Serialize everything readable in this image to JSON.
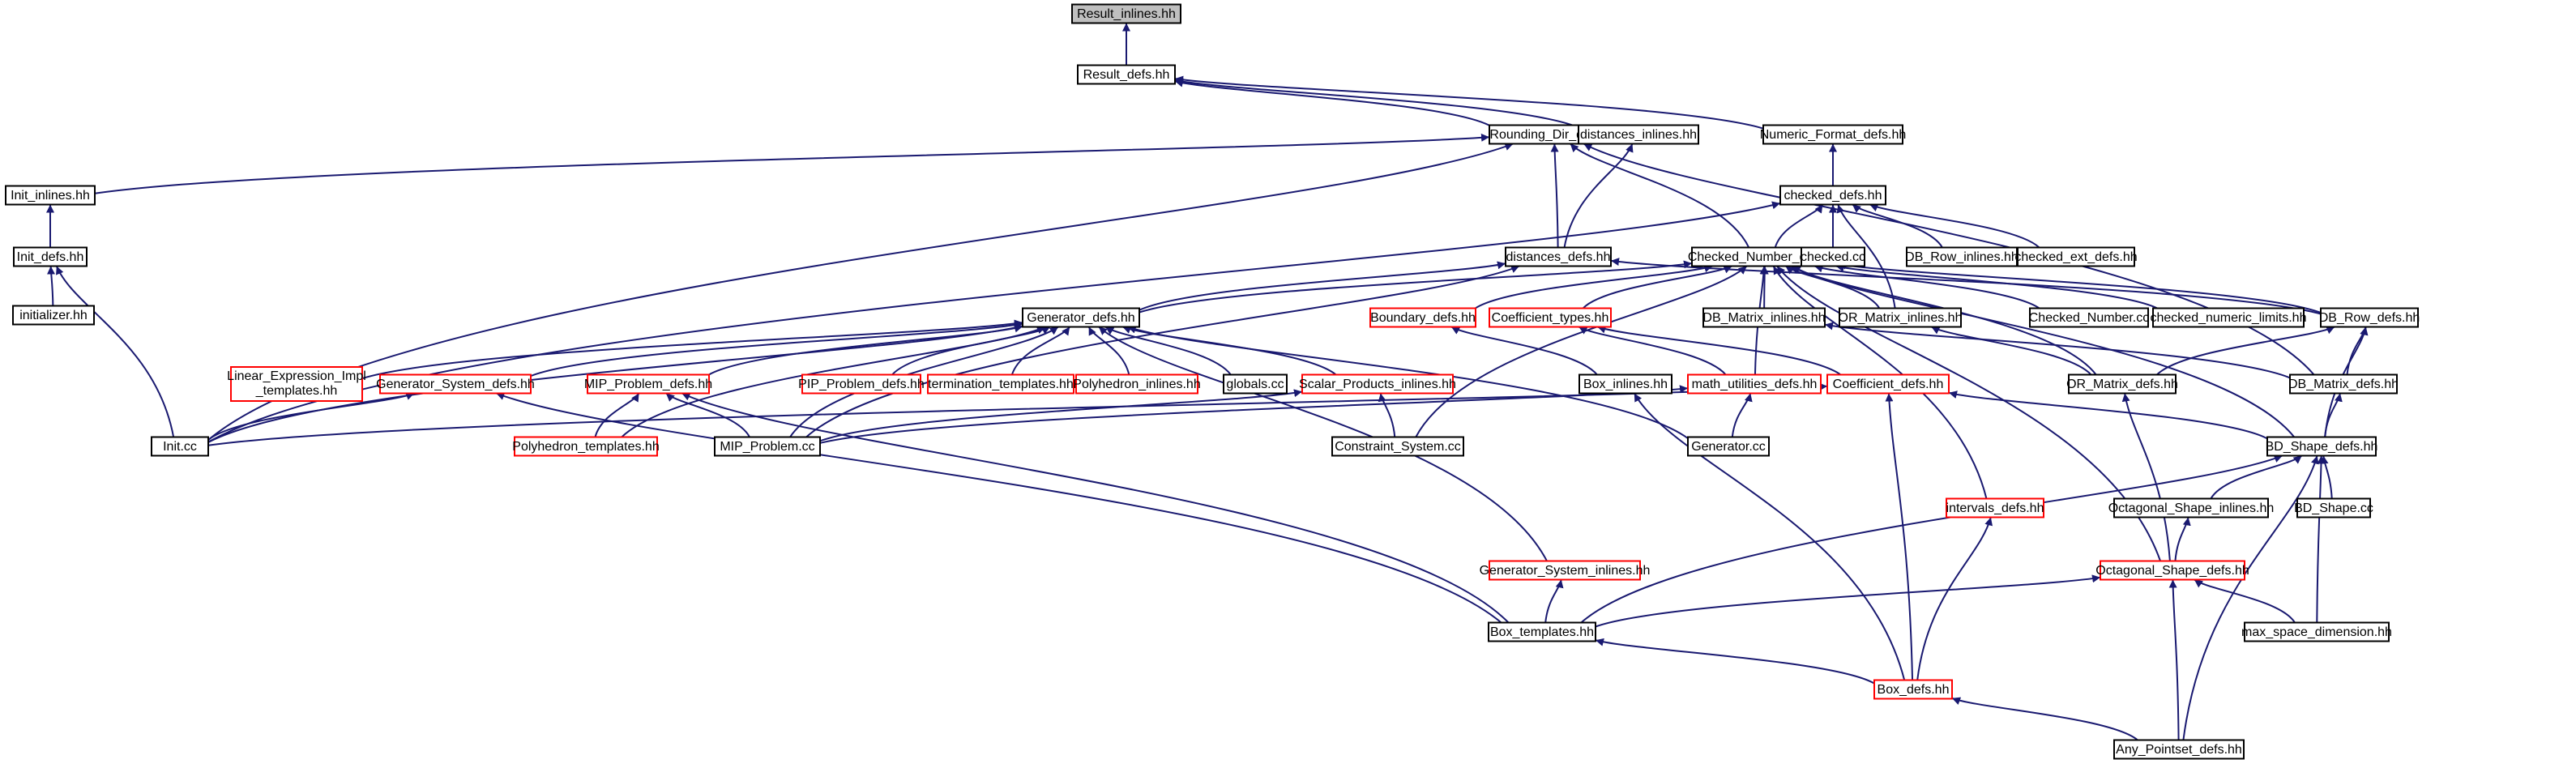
{
  "diagram": {
    "colors": {
      "edge": "#191970",
      "node_border": "#000000",
      "node_border_incomplete": "#ff0000",
      "root_fill": "#bfbfbf"
    },
    "nodes": [
      {
        "id": "result_inlines",
        "label": "Result_inlines.hh",
        "root": true
      },
      {
        "id": "result_defs",
        "label": "Result_defs.hh"
      },
      {
        "id": "rounding_dir_defs",
        "label": "Rounding_Dir_defs.hh"
      },
      {
        "id": "distances_inlines",
        "label": "distances_inlines.hh"
      },
      {
        "id": "numeric_format_defs",
        "label": "Numeric_Format_defs.hh"
      },
      {
        "id": "init_inlines",
        "label": "Init_inlines.hh"
      },
      {
        "id": "checked_defs",
        "label": "checked_defs.hh"
      },
      {
        "id": "init_defs",
        "label": "Init_defs.hh"
      },
      {
        "id": "distances_defs",
        "label": "distances_defs.hh"
      },
      {
        "id": "checked_number_defs",
        "label": "Checked_Number_defs.hh"
      },
      {
        "id": "checked_cc",
        "label": "checked.cc"
      },
      {
        "id": "db_row_inlines",
        "label": "DB_Row_inlines.hh"
      },
      {
        "id": "checked_ext_defs",
        "label": "checked_ext_defs.hh"
      },
      {
        "id": "initializer",
        "label": "initializer.hh"
      },
      {
        "id": "generator_defs",
        "label": "Generator_defs.hh"
      },
      {
        "id": "boundary_defs",
        "label": "Boundary_defs.hh",
        "incomplete": true
      },
      {
        "id": "coefficient_types",
        "label": "Coefficient_types.hh",
        "incomplete": true
      },
      {
        "id": "db_matrix_inlines",
        "label": "DB_Matrix_inlines.hh"
      },
      {
        "id": "or_matrix_inlines",
        "label": "OR_Matrix_inlines.hh"
      },
      {
        "id": "checked_number_cc",
        "label": "Checked_Number.cc"
      },
      {
        "id": "checked_numeric_limits",
        "label": "checked_numeric_limits.hh"
      },
      {
        "id": "db_row_defs",
        "label": "DB_Row_defs.hh"
      },
      {
        "id": "linear_expression_impl_templates",
        "label": "Linear_Expression_Impl\n_templates.hh",
        "incomplete": true
      },
      {
        "id": "generator_system_defs",
        "label": "Generator_System_defs.hh",
        "incomplete": true
      },
      {
        "id": "mip_problem_defs",
        "label": "MIP_Problem_defs.hh",
        "incomplete": true
      },
      {
        "id": "pip_problem_defs",
        "label": "PIP_Problem_defs.hh",
        "incomplete": true
      },
      {
        "id": "termination_templates",
        "label": "termination_templates.hh",
        "incomplete": true
      },
      {
        "id": "polyhedron_inlines",
        "label": "Polyhedron_inlines.hh",
        "incomplete": true
      },
      {
        "id": "globals_cc",
        "label": "globals.cc"
      },
      {
        "id": "scalar_products_inlines",
        "label": "Scalar_Products_inlines.hh",
        "incomplete": true
      },
      {
        "id": "box_inlines",
        "label": "Box_inlines.hh"
      },
      {
        "id": "math_utilities_defs",
        "label": "math_utilities_defs.hh",
        "incomplete": true
      },
      {
        "id": "coefficient_defs",
        "label": "Coefficient_defs.hh",
        "incomplete": true
      },
      {
        "id": "or_matrix_defs",
        "label": "OR_Matrix_defs.hh"
      },
      {
        "id": "db_matrix_defs",
        "label": "DB_Matrix_defs.hh"
      },
      {
        "id": "init_cc",
        "label": "Init.cc"
      },
      {
        "id": "polyhedron_templates",
        "label": "Polyhedron_templates.hh",
        "incomplete": true
      },
      {
        "id": "mip_problem_cc",
        "label": "MIP_Problem.cc"
      },
      {
        "id": "constraint_system_cc",
        "label": "Constraint_System.cc"
      },
      {
        "id": "generator_cc",
        "label": "Generator.cc"
      },
      {
        "id": "bd_shape_defs",
        "label": "BD_Shape_defs.hh"
      },
      {
        "id": "octagonal_shape_inlines",
        "label": "Octagonal_Shape_inlines.hh"
      },
      {
        "id": "bd_shape_cc",
        "label": "BD_Shape.cc"
      },
      {
        "id": "intervals_defs",
        "label": "intervals_defs.hh",
        "incomplete": true
      },
      {
        "id": "generator_system_inlines",
        "label": "Generator_System_inlines.hh",
        "incomplete": true
      },
      {
        "id": "octagonal_shape_defs",
        "label": "Octagonal_Shape_defs.hh",
        "incomplete": true
      },
      {
        "id": "box_templates",
        "label": "Box_templates.hh"
      },
      {
        "id": "max_space_dimension",
        "label": "max_space_dimension.hh"
      },
      {
        "id": "box_defs",
        "label": "Box_defs.hh",
        "incomplete": true
      },
      {
        "id": "any_pointset_defs",
        "label": "Any_Pointset_defs.hh"
      }
    ],
    "edges": [
      [
        "result_defs",
        "result_inlines"
      ],
      [
        "rounding_dir_defs",
        "result_defs"
      ],
      [
        "distances_inlines",
        "result_defs"
      ],
      [
        "numeric_format_defs",
        "result_defs"
      ],
      [
        "checked_defs",
        "numeric_format_defs"
      ],
      [
        "init_inlines",
        "rounding_dir_defs"
      ],
      [
        "init_cc",
        "rounding_dir_defs"
      ],
      [
        "distances_defs",
        "rounding_dir_defs"
      ],
      [
        "db_matrix_defs",
        "rounding_dir_defs"
      ],
      [
        "checked_number_defs",
        "rounding_dir_defs"
      ],
      [
        "distances_defs",
        "distances_inlines"
      ],
      [
        "init_defs",
        "init_inlines"
      ],
      [
        "initializer",
        "init_defs"
      ],
      [
        "init_cc",
        "init_defs"
      ],
      [
        "checked_number_defs",
        "checked_defs"
      ],
      [
        "checked_cc",
        "checked_defs"
      ],
      [
        "db_row_inlines",
        "checked_defs"
      ],
      [
        "checked_ext_defs",
        "checked_defs"
      ],
      [
        "init_cc",
        "checked_defs"
      ],
      [
        "or_matrix_inlines",
        "checked_defs"
      ],
      [
        "generator_defs",
        "distances_defs"
      ],
      [
        "mip_problem_cc",
        "distances_defs"
      ],
      [
        "db_row_defs",
        "distances_defs"
      ],
      [
        "generator_defs",
        "checked_number_defs"
      ],
      [
        "boundary_defs",
        "checked_number_defs"
      ],
      [
        "coefficient_types",
        "checked_number_defs"
      ],
      [
        "db_matrix_inlines",
        "checked_number_defs"
      ],
      [
        "or_matrix_inlines",
        "checked_number_defs"
      ],
      [
        "checked_number_cc",
        "checked_number_defs"
      ],
      [
        "checked_numeric_limits",
        "checked_number_defs"
      ],
      [
        "db_row_defs",
        "checked_number_defs"
      ],
      [
        "or_matrix_defs",
        "checked_number_defs"
      ],
      [
        "bd_shape_defs",
        "checked_number_defs"
      ],
      [
        "octagonal_shape_defs",
        "checked_number_defs"
      ],
      [
        "intervals_defs",
        "checked_number_defs"
      ],
      [
        "math_utilities_defs",
        "checked_number_defs"
      ],
      [
        "constraint_system_cc",
        "checked_number_defs"
      ],
      [
        "linear_expression_impl_templates",
        "generator_defs"
      ],
      [
        "generator_system_defs",
        "generator_defs"
      ],
      [
        "mip_problem_defs",
        "generator_defs"
      ],
      [
        "pip_problem_defs",
        "generator_defs"
      ],
      [
        "termination_templates",
        "generator_defs"
      ],
      [
        "polyhedron_inlines",
        "generator_defs"
      ],
      [
        "globals_cc",
        "generator_defs"
      ],
      [
        "scalar_products_inlines",
        "generator_defs"
      ],
      [
        "generator_system_inlines",
        "generator_defs"
      ],
      [
        "generator_cc",
        "generator_defs"
      ],
      [
        "init_cc",
        "generator_defs"
      ],
      [
        "polyhedron_templates",
        "generator_defs"
      ],
      [
        "mip_problem_cc",
        "generator_defs"
      ],
      [
        "box_inlines",
        "boundary_defs"
      ],
      [
        "coefficient_defs",
        "coefficient_types"
      ],
      [
        "math_utilities_defs",
        "coefficient_types"
      ],
      [
        "db_matrix_defs",
        "db_matrix_inlines"
      ],
      [
        "or_matrix_defs",
        "or_matrix_inlines"
      ],
      [
        "or_matrix_defs",
        "db_row_defs"
      ],
      [
        "db_matrix_defs",
        "db_row_defs"
      ],
      [
        "bd_shape_defs",
        "db_row_defs"
      ],
      [
        "init_cc",
        "generator_system_defs"
      ],
      [
        "box_templates",
        "generator_system_defs"
      ],
      [
        "polyhedron_templates",
        "mip_problem_defs"
      ],
      [
        "mip_problem_cc",
        "mip_problem_defs"
      ],
      [
        "box_templates",
        "mip_problem_defs"
      ],
      [
        "mip_problem_cc",
        "scalar_products_inlines"
      ],
      [
        "constraint_system_cc",
        "scalar_products_inlines"
      ],
      [
        "box_defs",
        "box_inlines"
      ],
      [
        "mip_problem_cc",
        "math_utilities_defs"
      ],
      [
        "generator_cc",
        "math_utilities_defs"
      ],
      [
        "init_cc",
        "coefficient_defs"
      ],
      [
        "bd_shape_defs",
        "coefficient_defs"
      ],
      [
        "box_defs",
        "coefficient_defs"
      ],
      [
        "octagonal_shape_defs",
        "or_matrix_defs"
      ],
      [
        "bd_shape_defs",
        "db_matrix_defs"
      ],
      [
        "box_templates",
        "bd_shape_defs"
      ],
      [
        "octagonal_shape_inlines",
        "bd_shape_defs"
      ],
      [
        "bd_shape_cc",
        "bd_shape_defs"
      ],
      [
        "max_space_dimension",
        "bd_shape_defs"
      ],
      [
        "any_pointset_defs",
        "bd_shape_defs"
      ],
      [
        "octagonal_shape_defs",
        "octagonal_shape_inlines"
      ],
      [
        "box_defs",
        "intervals_defs"
      ],
      [
        "box_templates",
        "generator_system_inlines"
      ],
      [
        "box_templates",
        "octagonal_shape_defs"
      ],
      [
        "max_space_dimension",
        "octagonal_shape_defs"
      ],
      [
        "any_pointset_defs",
        "octagonal_shape_defs"
      ],
      [
        "box_defs",
        "box_templates"
      ],
      [
        "any_pointset_defs",
        "box_defs"
      ]
    ]
  }
}
